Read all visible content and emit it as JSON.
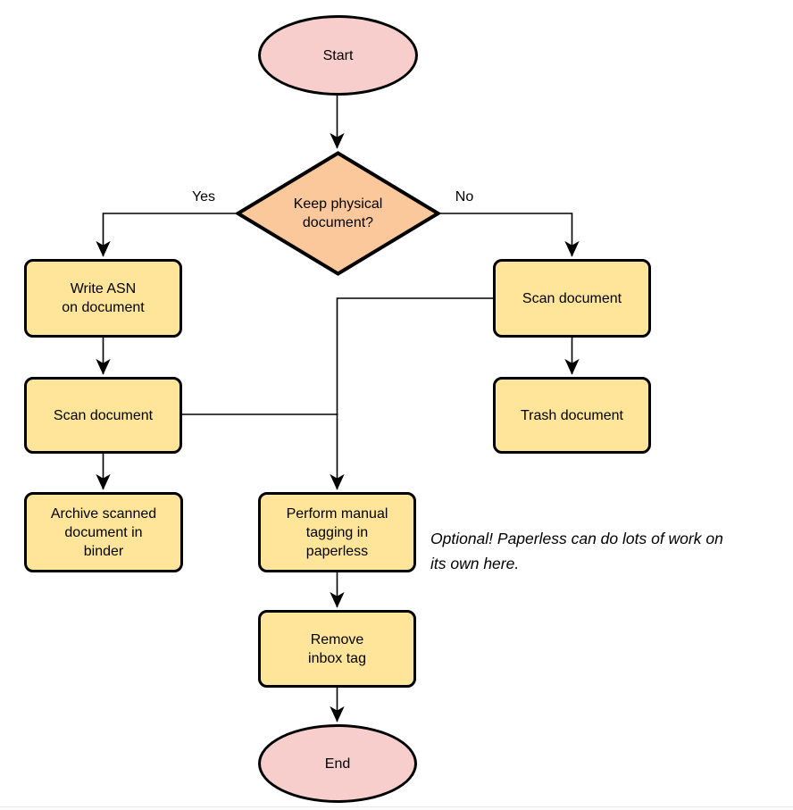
{
  "colors": {
    "background": "#ffffff",
    "terminator_fill": "#f8cecc",
    "decision_fill": "#fac89b",
    "process_fill": "#ffe599",
    "stroke": "#000000",
    "footer_divider": "#e9e9e9",
    "footer_strip": "#fcfcfc"
  },
  "nodes": {
    "start": {
      "label": "Start"
    },
    "decision": {
      "label": "Keep physical\ndocument?"
    },
    "write_asn": {
      "label": "Write ASN\non document"
    },
    "scan_left": {
      "label": "Scan document"
    },
    "archive": {
      "label": "Archive scanned\ndocument in\nbinder"
    },
    "scan_right": {
      "label": "Scan document"
    },
    "trash": {
      "label": "Trash document"
    },
    "tagging": {
      "label": "Perform manual\ntagging in\npaperless"
    },
    "remove_inbox": {
      "label": "Remove\ninbox tag"
    },
    "end": {
      "label": "End"
    }
  },
  "edge_labels": {
    "yes": "Yes",
    "no": "No"
  },
  "note": {
    "text": "Optional! Paperless can do lots of work on\nits own here."
  }
}
